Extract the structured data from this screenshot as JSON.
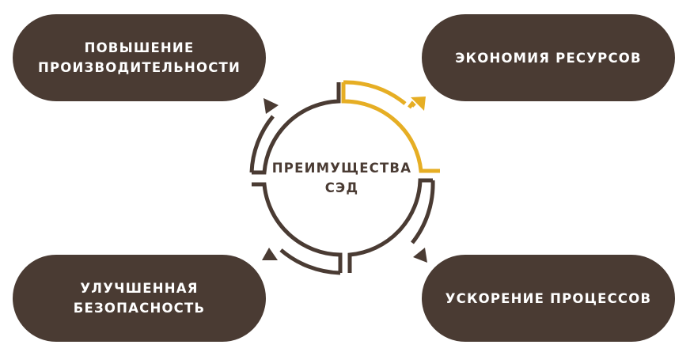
{
  "colors": {
    "pill_bg": "#4A3B33",
    "pill_text": "#FFFFFF",
    "arrow_dark": "#4A3B33",
    "arrow_accent": "#E6AE24",
    "background": "#FFFFFF",
    "center_text": "#4A3B33"
  },
  "center": {
    "line1": "ПРЕИМУЩЕСТВА",
    "line2": "СЭД"
  },
  "benefits": [
    {
      "position": "top-left",
      "line1": "ПОВЫШЕНИЕ",
      "line2": "ПРОИЗВОДИТЕЛЬНОСТИ"
    },
    {
      "position": "top-right",
      "line1": "ЭКОНОМИЯ РЕСУРСОВ",
      "line2": ""
    },
    {
      "position": "bottom-left",
      "line1": "УЛУЧШЕННАЯ",
      "line2": "БЕЗОПАСНОСТЬ"
    },
    {
      "position": "bottom-right",
      "line1": "УСКОРЕНИЕ ПРОЦЕССОВ",
      "line2": ""
    }
  ],
  "arrows": [
    {
      "segment": "top-right",
      "icon": "curved-arrow-icon",
      "highlighted": true,
      "points_to": "ЭКОНОМИЯ РЕСУРСОВ"
    },
    {
      "segment": "bottom-right",
      "icon": "curved-arrow-icon",
      "highlighted": false,
      "points_to": "УСКОРЕНИЕ ПРОЦЕССОВ"
    },
    {
      "segment": "bottom-left",
      "icon": "curved-arrow-icon",
      "highlighted": false,
      "points_to": "УЛУЧШЕННАЯ БЕЗОПАСНОСТЬ"
    },
    {
      "segment": "top-left",
      "icon": "curved-arrow-icon",
      "highlighted": false,
      "points_to": "ПОВЫШЕНИЕ ПРОИЗВОДИТЕЛЬНОСТИ"
    }
  ]
}
